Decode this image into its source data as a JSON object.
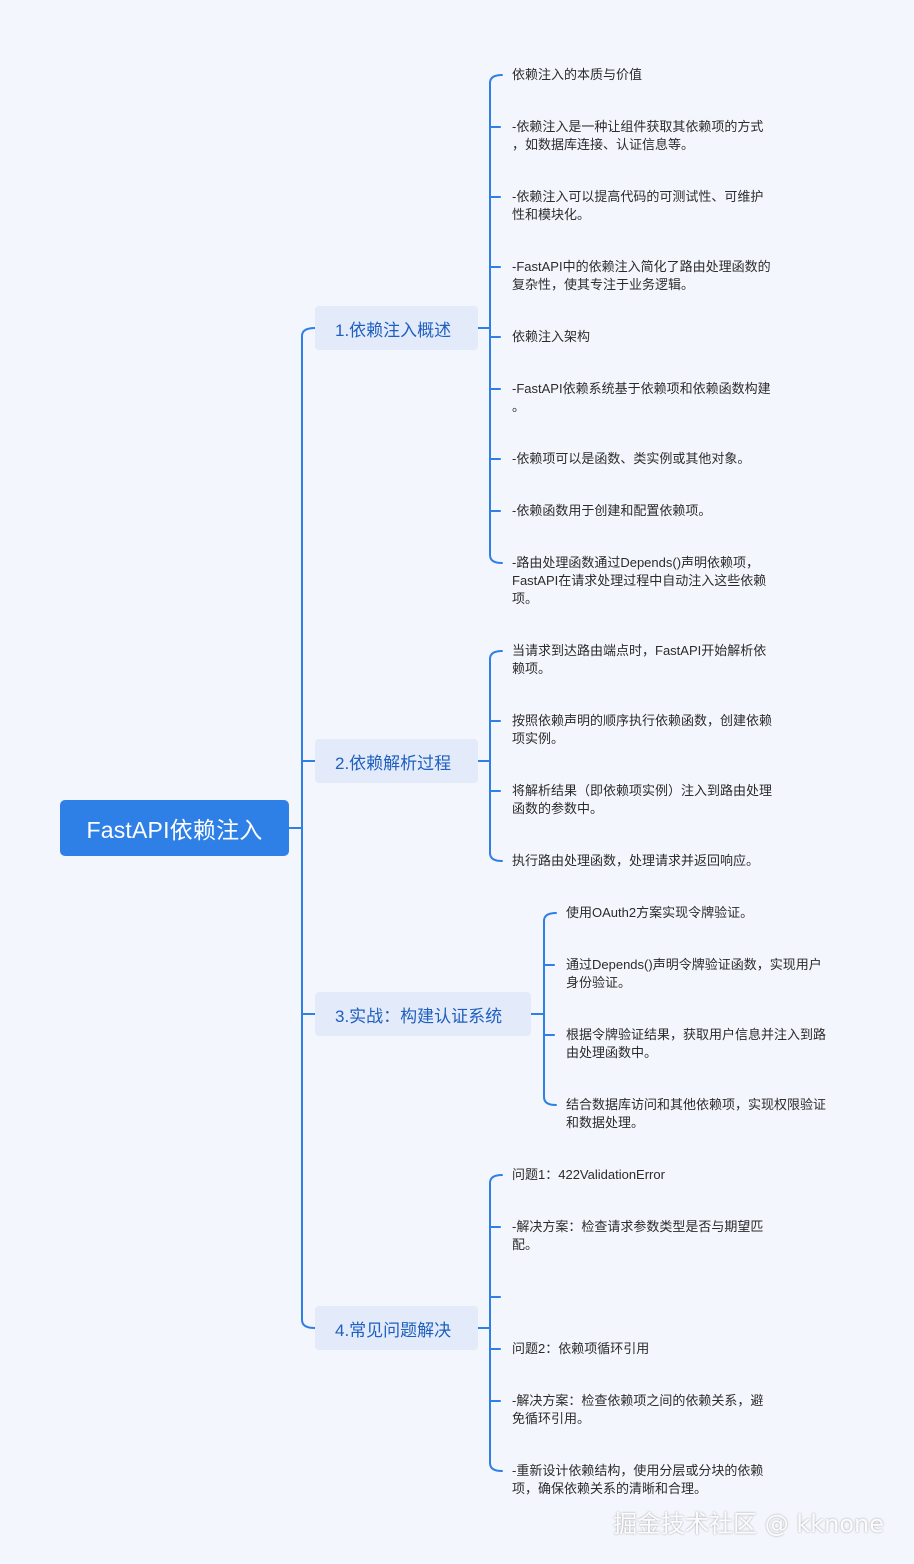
{
  "root": {
    "label": "FastAPI依赖注入"
  },
  "branches": [
    {
      "label": "1.依赖注入概述",
      "leaves": [
        [
          "依赖注入的本质与价值"
        ],
        [
          "-依赖注入是一种让组件获取其依赖项的方式",
          "，如数据库连接、认证信息等。"
        ],
        [
          "-依赖注入可以提高代码的可测试性、可维护",
          "性和模块化。"
        ],
        [
          "-FastAPI中的依赖注入简化了路由处理函数的",
          "复杂性，使其专注于业务逻辑。"
        ],
        [
          "依赖注入架构"
        ],
        [
          "-FastAPI依赖系统基于依赖项和依赖函数构建",
          "。"
        ],
        [
          "-依赖项可以是函数、类实例或其他对象。"
        ],
        [
          "-依赖函数用于创建和配置依赖项。"
        ],
        [
          "-路由处理函数通过Depends()声明依赖项，",
          "FastAPI在请求处理过程中自动注入这些依赖",
          "项。"
        ]
      ]
    },
    {
      "label": "2.依赖解析过程",
      "leaves": [
        [
          "当请求到达路由端点时，FastAPI开始解析依",
          "赖项。"
        ],
        [
          "按照依赖声明的顺序执行依赖函数，创建依赖",
          "项实例。"
        ],
        [
          "将解析结果（即依赖项实例）注入到路由处理",
          "函数的参数中。"
        ],
        [
          "执行路由处理函数，处理请求并返回响应。"
        ]
      ]
    },
    {
      "label": "3.实战：构建认证系统",
      "leaves": [
        [
          "使用OAuth2方案实现令牌验证。"
        ],
        [
          "通过Depends()声明令牌验证函数，实现用户",
          "身份验证。"
        ],
        [
          "根据令牌验证结果，获取用户信息并注入到路",
          "由处理函数中。"
        ],
        [
          "结合数据库访问和其他依赖项，实现权限验证",
          "和数据处理。"
        ]
      ]
    },
    {
      "label": "4.常见问题解决",
      "leaves": [
        [
          "问题1：422ValidationError"
        ],
        [
          "-解决方案：检查请求参数类型是否与期望匹",
          "配。"
        ],
        [
          ""
        ],
        [
          "问题2：依赖项循环引用"
        ],
        [
          "-解决方案：检查依赖项之间的依赖关系，避",
          "免循环引用。"
        ],
        [
          "-重新设计依赖结构，使用分层或分块的依赖",
          "项，确保依赖关系的清晰和合理。"
        ]
      ]
    }
  ],
  "watermark": "掘金技术社区 @ kknone",
  "colors": {
    "background": "#f4f6fd",
    "root_fill": "#2f80e6",
    "branch_fill": "#e3ebfa",
    "branch_text": "#1f5fbf",
    "connector": "#2f80e6"
  }
}
